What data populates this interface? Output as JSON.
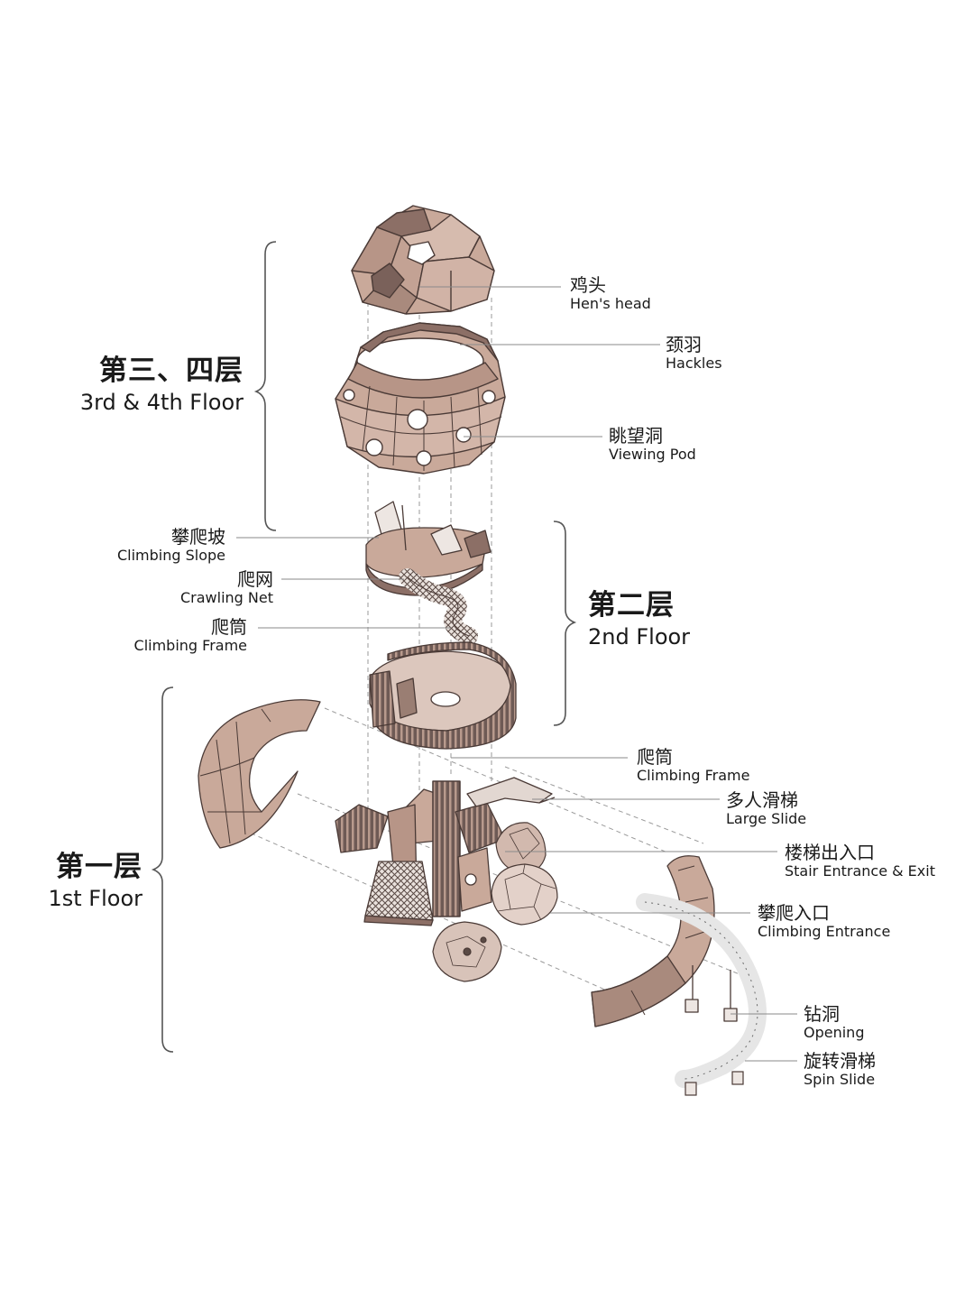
{
  "floors": {
    "f34": {
      "zh": "第三、四层",
      "en": "3rd & 4th Floor"
    },
    "f2": {
      "zh": "第二层",
      "en": "2nd Floor"
    },
    "f1": {
      "zh": "第一层",
      "en": "1st Floor"
    }
  },
  "labels": {
    "hens_head": {
      "zh": "鸡头",
      "en": "Hen's head"
    },
    "hackles": {
      "zh": "颈羽",
      "en": "Hackles"
    },
    "viewing_pod": {
      "zh": "眺望洞",
      "en": "Viewing Pod"
    },
    "climbing_slope": {
      "zh": "攀爬坡",
      "en": "Climbing Slope"
    },
    "crawling_net": {
      "zh": "爬网",
      "en": "Crawling Net"
    },
    "climbing_frame_2": {
      "zh": "爬筒",
      "en": "Climbing Frame"
    },
    "climbing_frame_1": {
      "zh": "爬筒",
      "en": "Climbing Frame"
    },
    "large_slide": {
      "zh": "多人滑梯",
      "en": "Large Slide"
    },
    "stair_entrance": {
      "zh": "楼梯出入口",
      "en": "Stair Entrance & Exit"
    },
    "climbing_entrance": {
      "zh": "攀爬入口",
      "en": "Climbing Entrance"
    },
    "opening": {
      "zh": "钻洞",
      "en": "Opening"
    },
    "spin_slide": {
      "zh": "旋转滑梯",
      "en": "Spin Slide"
    }
  },
  "colors": {
    "wood": "#c9a99a",
    "wood_dark": "#8c6f66",
    "line": "#4a3a36",
    "leader": "#8a8a8a",
    "bracket": "#555555"
  }
}
